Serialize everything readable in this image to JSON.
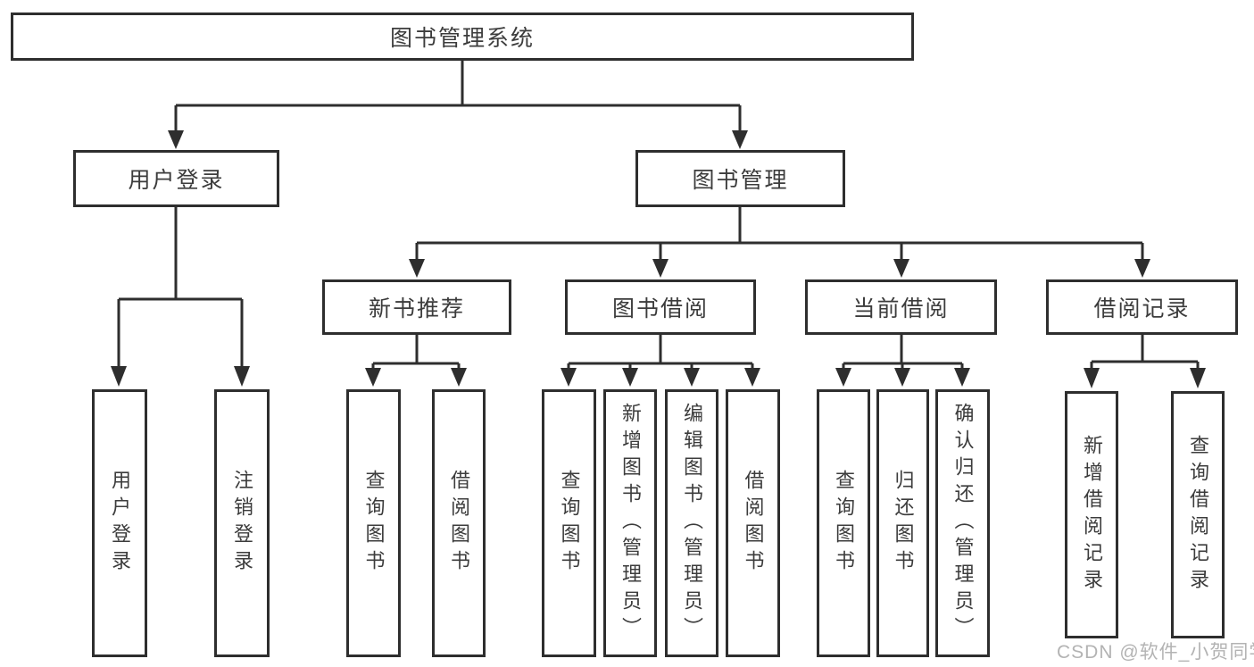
{
  "diagram": {
    "title": "图书管理系统",
    "watermark": "CSDN @软件_小贺同学",
    "colors": {
      "line": "#2e2e2e",
      "text": "#3c3c3c",
      "watermark": "#b3b3b3",
      "background": "#ffffff"
    },
    "tree": {
      "label": "图书管理系统",
      "children": [
        {
          "label": "用户登录",
          "children": [
            {
              "label": "用户登录"
            },
            {
              "label": "注销登录"
            }
          ]
        },
        {
          "label": "图书管理",
          "children": [
            {
              "label": "新书推荐",
              "children": [
                {
                  "label": "查询图书"
                },
                {
                  "label": "借阅图书"
                }
              ]
            },
            {
              "label": "图书借阅",
              "children": [
                {
                  "label": "查询图书"
                },
                {
                  "label": "新增图书（管理员）"
                },
                {
                  "label": "编辑图书（管理员）"
                },
                {
                  "label": "借阅图书"
                }
              ]
            },
            {
              "label": "当前借阅",
              "children": [
                {
                  "label": "查询图书"
                },
                {
                  "label": "归还图书"
                },
                {
                  "label": "确认归还（管理员）"
                }
              ]
            },
            {
              "label": "借阅记录",
              "children": [
                {
                  "label": "新增借阅记录"
                },
                {
                  "label": "查询借阅记录"
                }
              ]
            }
          ]
        }
      ]
    }
  }
}
